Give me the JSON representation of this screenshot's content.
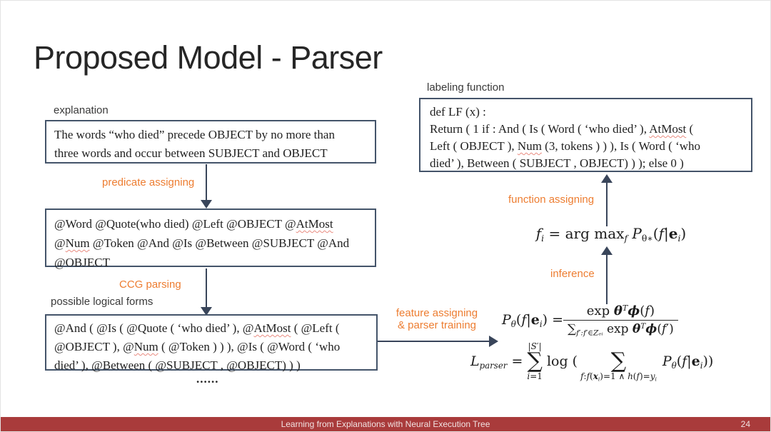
{
  "title": "Proposed Model - Parser",
  "labels": {
    "explanation": "explanation",
    "predicate_assigning": "predicate assigning",
    "ccg_parsing": "CCG parsing",
    "possible_logical_forms": "possible logical forms",
    "feature_assigning_1": "feature assigning",
    "feature_assigning_2": "& parser training",
    "labeling_function": "labeling function",
    "function_assigning": "function assigning",
    "inference": "inference",
    "ellipsis": "......"
  },
  "boxes": {
    "explanation": {
      "lines": [
        [
          {
            "t": "The words “who died” precede OBJECT by no more than"
          }
        ],
        [
          {
            "t": "three words and occur between SUBJECT and OBJECT"
          }
        ]
      ]
    },
    "predicates": {
      "lines": [
        [
          {
            "t": "@Word @Quote(who died) @Left @OBJECT @"
          },
          {
            "t": "AtMost",
            "u": true
          }
        ],
        [
          {
            "t": "@"
          },
          {
            "t": "Num",
            "u": true
          },
          {
            "t": " @Token @And @Is @Between @SUBJECT @And"
          }
        ],
        [
          {
            "t": "@OBJECT"
          }
        ]
      ]
    },
    "logical_form": {
      "lines": [
        [
          {
            "t": "@And ( @Is ( @Quote ( ‘who died’ ), @"
          },
          {
            "t": "AtMost",
            "u": true
          },
          {
            "t": " ( @Left ("
          }
        ],
        [
          {
            "t": "@OBJECT ), @"
          },
          {
            "t": "Num",
            "u": true
          },
          {
            "t": " ( @Token ) ) ), @Is ( @Word ( ‘who"
          }
        ],
        [
          {
            "t": "died’ ), @Between ( @SUBJECT , @OBJECT) ) )"
          }
        ]
      ]
    },
    "labeling_function": {
      "lines": [
        [
          {
            "t": "def LF (x) :"
          }
        ],
        [
          {
            "t": "Return ( 1 if : And ( Is ( Word ( ‘who died’ ), "
          },
          {
            "t": "AtMost",
            "u": true
          },
          {
            "t": " ("
          }
        ],
        [
          {
            "t": "Left ( OBJECT ), "
          },
          {
            "t": "Num",
            "u": true
          },
          {
            "t": " (3, tokens ) ) ), Is ( Word ( ‘who"
          }
        ],
        [
          {
            "t": "died’ ), Between ( SUBJECT , OBJECT) ) ); else 0 )"
          }
        ]
      ]
    }
  },
  "math": {
    "f_formula": [
      {
        "t": "f",
        "it": true
      },
      {
        "t": "i",
        "sub": true,
        "it": true
      },
      {
        "t": " = arg max"
      },
      {
        "t": "f",
        "sub": true,
        "it": true
      },
      {
        "t": " "
      },
      {
        "t": "P",
        "it": true
      },
      {
        "t": "θ∗",
        "sub": true
      },
      {
        "t": "("
      },
      {
        "t": "f",
        "it": true
      },
      {
        "t": "|"
      },
      {
        "t": "e",
        "b": true
      },
      {
        "t": "i",
        "sub": true,
        "it": true
      },
      {
        "t": ")"
      }
    ],
    "p_formula": {
      "lhs": [
        {
          "t": "P",
          "it": true
        },
        {
          "t": "θ",
          "sub": true,
          "it": true
        },
        {
          "t": "("
        },
        {
          "t": "f",
          "it": true
        },
        {
          "t": "|"
        },
        {
          "t": "e",
          "b": true
        },
        {
          "t": "i",
          "sub": true,
          "it": true
        },
        {
          "t": ") ="
        }
      ],
      "num": [
        {
          "t": "exp "
        },
        {
          "t": "θ",
          "b": true,
          "it": true
        },
        {
          "t": "T",
          "sup": true,
          "it": true
        },
        {
          "t": "ϕ",
          "b": true,
          "it": true
        },
        {
          "t": "("
        },
        {
          "t": "f",
          "it": true
        },
        {
          "t": ")"
        }
      ],
      "den": [
        {
          "t": "∑"
        },
        {
          "t": "f′:f′∈Zₑᵢ",
          "sub": true,
          "it": true
        },
        {
          "t": " exp "
        },
        {
          "t": "θ",
          "b": true,
          "it": true
        },
        {
          "t": "T",
          "sup": true,
          "it": true
        },
        {
          "t": "ϕ",
          "b": true,
          "it": true
        },
        {
          "t": "("
        },
        {
          "t": "f",
          "it": true
        },
        {
          "t": "′)"
        }
      ]
    },
    "l_formula": {
      "lhs": [
        {
          "t": "L",
          "it": true
        },
        {
          "t": "parser",
          "sub": true,
          "it": true
        },
        {
          "t": " ="
        }
      ],
      "sigma": "∑",
      "sum1_top": [
        {
          "t": "|"
        },
        {
          "t": "S",
          "it": true
        },
        {
          "t": "′|"
        }
      ],
      "sum1_bot": [
        {
          "t": "i",
          "it": true
        },
        {
          "t": "=1"
        }
      ],
      "log_open": "log (",
      "sum2_bot": [
        {
          "t": "f",
          "it": true
        },
        {
          "t": ":"
        },
        {
          "t": "f",
          "it": true
        },
        {
          "t": "("
        },
        {
          "t": "x",
          "b": true,
          "it": true
        },
        {
          "t": "i",
          "sub": true,
          "it": true
        },
        {
          "t": ")=1 ∧ "
        },
        {
          "t": "h",
          "it": true
        },
        {
          "t": "("
        },
        {
          "t": "f",
          "it": true
        },
        {
          "t": ")="
        },
        {
          "t": "y",
          "it": true
        },
        {
          "t": "i",
          "sub": true,
          "it": true
        }
      ],
      "rhs": [
        {
          "t": "P",
          "it": true
        },
        {
          "t": "θ",
          "sub": true,
          "it": true
        },
        {
          "t": "("
        },
        {
          "t": "f",
          "it": true
        },
        {
          "t": "|"
        },
        {
          "t": "e",
          "b": true
        },
        {
          "t": "i",
          "sub": true,
          "it": true
        },
        {
          "t": "))"
        }
      ]
    }
  },
  "footer": {
    "text": "Learning from Explanations with Neural Execution Tree",
    "page": "24"
  },
  "colors": {
    "accent_orange": "#ED7D31",
    "box_border": "#44546A",
    "arrow": "#39455A",
    "footer_bg": "#A93B3B",
    "squiggle": "#E98B80"
  }
}
